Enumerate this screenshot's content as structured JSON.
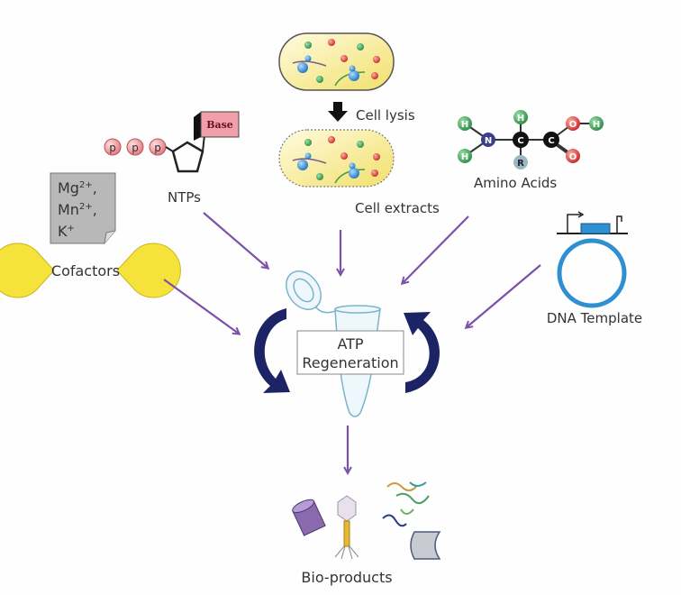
{
  "labels": {
    "cell_lysis": "Cell lysis",
    "cell_extracts": "Cell extracts",
    "amino_acids": "Amino Acids",
    "ntps": "NTPs",
    "base": "Base",
    "phosphate": "p",
    "cofactors": "Cofactors",
    "ions": [
      "Mg",
      "2+",
      ",",
      "Mn",
      "2+",
      ",",
      "K",
      "+"
    ],
    "dna_template": "DNA Template",
    "atp_line1": "ATP",
    "atp_line2": "Regeneration",
    "bio_products": "Bio-products"
  },
  "atoms": {
    "h": "H",
    "n": "N",
    "c": "C",
    "o": "O",
    "r": "R"
  },
  "colors": {
    "input_arrow": "#7a52a8",
    "cycle_arrow": "#1d2466",
    "cell_fill": "#f3e98a",
    "cofactor_yellow": "#f5e33b",
    "atom_green": "#3aa55a",
    "atom_red": "#d63a3a",
    "dna_blue": "#2f8fd0"
  }
}
